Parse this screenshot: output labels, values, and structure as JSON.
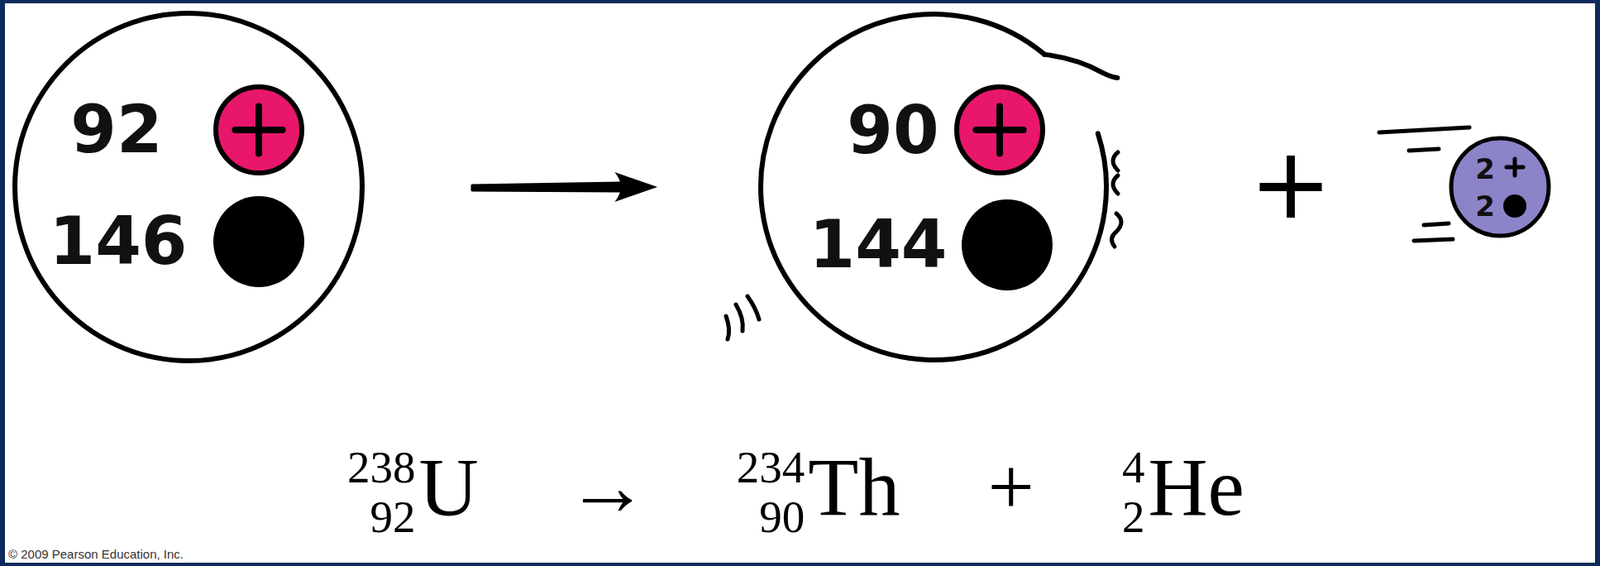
{
  "diagram": {
    "nodes": [
      {
        "text": [
          "92",
          "146"
        ]
      },
      {
        "text": [
          "90",
          "144"
        ]
      },
      {
        "text": [
          "2",
          "2"
        ]
      }
    ],
    "edges": [
      {
        "from": 0,
        "to": 1,
        "arrow": "to"
      }
    ],
    "labels": [
      "+",
      "238",
      "92",
      "U",
      "→",
      "234",
      "90",
      "Th",
      "+",
      "4",
      "2",
      "He",
      "© 2009 Pearson Education, Inc."
    ]
  }
}
